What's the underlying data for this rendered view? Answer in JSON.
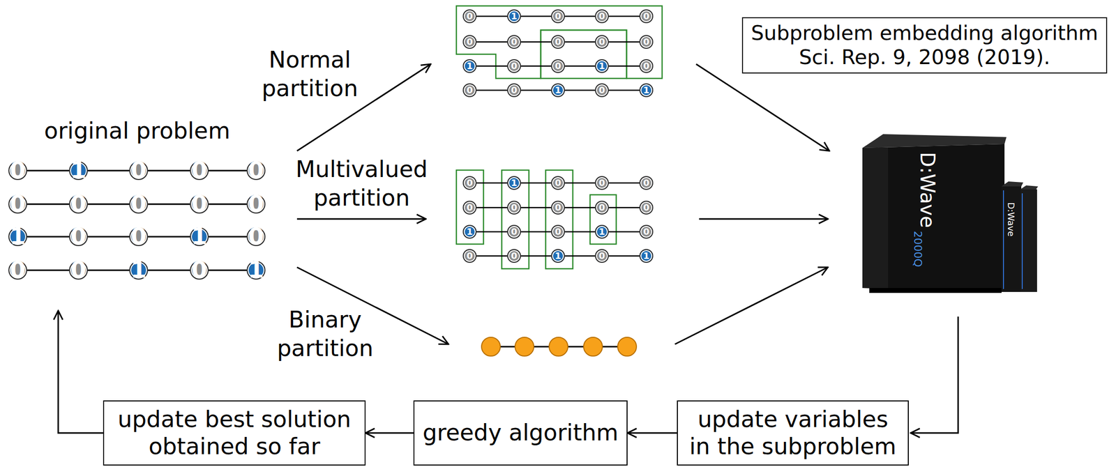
{
  "diagram": {
    "nodes": [
      {
        "text": [
          "original problem"
        ]
      },
      {
        "text": [
          "0"
        ],
        "in": 0
      },
      {
        "text": [
          "1"
        ],
        "in": 0
      },
      {
        "text": [
          "0"
        ],
        "in": 0
      },
      {
        "text": [
          "0"
        ],
        "in": 0
      },
      {
        "text": [
          "0"
        ],
        "in": 0
      },
      {
        "text": [
          "0"
        ],
        "in": 0
      },
      {
        "text": [
          "0"
        ],
        "in": 0
      },
      {
        "text": [
          "0"
        ],
        "in": 0
      },
      {
        "text": [
          "0"
        ],
        "in": 0
      },
      {
        "text": [
          "0"
        ],
        "in": 0
      },
      {
        "text": [
          "1"
        ],
        "in": 0
      },
      {
        "text": [
          "0"
        ],
        "in": 0
      },
      {
        "text": [
          "0"
        ],
        "in": 0
      },
      {
        "text": [
          "1"
        ],
        "in": 0
      },
      {
        "text": [
          "0"
        ],
        "in": 0
      },
      {
        "text": [
          "0"
        ],
        "in": 0
      },
      {
        "text": [
          "0"
        ],
        "in": 0
      },
      {
        "text": [
          "1"
        ],
        "in": 0
      },
      {
        "text": [
          "0"
        ],
        "in": 0
      },
      {
        "text": [
          "1"
        ],
        "in": 0
      },
      {
        "text": [
          "0"
        ]
      },
      {
        "text": [
          "1"
        ]
      },
      {
        "text": [
          "0"
        ]
      },
      {
        "text": [
          "0"
        ]
      },
      {
        "text": [
          "0"
        ]
      },
      {
        "text": [
          "0"
        ]
      },
      {
        "text": [
          "0"
        ]
      },
      {
        "text": [
          "0"
        ]
      },
      {
        "text": [
          "0"
        ]
      },
      {
        "text": [
          "0"
        ]
      },
      {
        "text": [
          "1"
        ]
      },
      {
        "text": [
          "0"
        ]
      },
      {
        "text": [
          "0"
        ]
      },
      {
        "text": [
          "1"
        ]
      },
      {
        "text": [
          "0"
        ]
      },
      {
        "text": [
          "0"
        ]
      },
      {
        "text": [
          "0"
        ]
      },
      {
        "text": [
          "1"
        ]
      },
      {
        "text": [
          "0"
        ]
      },
      {
        "text": [
          "1"
        ]
      },
      {
        "text": [
          "0"
        ]
      },
      {
        "text": [
          "1"
        ]
      },
      {
        "text": [
          "0"
        ]
      },
      {
        "text": [
          "0"
        ]
      },
      {
        "text": [
          "0"
        ]
      },
      {
        "text": [
          "0"
        ]
      },
      {
        "text": [
          "0"
        ]
      },
      {
        "text": [
          "0"
        ]
      },
      {
        "text": [
          "0"
        ]
      },
      {
        "text": [
          "0"
        ]
      },
      {
        "text": [
          "1"
        ]
      },
      {
        "text": [
          "0"
        ]
      },
      {
        "text": [
          "0"
        ]
      },
      {
        "text": [
          "1"
        ]
      },
      {
        "text": [
          "0"
        ]
      },
      {
        "text": [
          "0"
        ]
      },
      {
        "text": [
          "0"
        ]
      },
      {
        "text": [
          "1"
        ]
      },
      {
        "text": [
          "0"
        ]
      },
      {
        "text": [
          "1"
        ]
      },
      {
        "text": [
          "Subproblem embedding algorithm",
          "Sci. Rep. 9, 2098 (2019)."
        ]
      },
      {
        "text": [
          "update best solution obtained so far"
        ]
      },
      {
        "text": [
          "greedy algorithm"
        ]
      },
      {
        "text": [
          "update variables in the subproblem"
        ]
      }
    ],
    "edges": [
      {
        "from": 1,
        "to": 2,
        "arrow": "none"
      },
      {
        "from": 2,
        "to": 3,
        "arrow": "none"
      },
      {
        "from": 3,
        "to": 4,
        "arrow": "none"
      },
      {
        "from": 4,
        "to": 5,
        "arrow": "none"
      },
      {
        "from": 6,
        "to": 7,
        "arrow": "none"
      },
      {
        "from": 7,
        "to": 8,
        "arrow": "none"
      },
      {
        "from": 8,
        "to": 9,
        "arrow": "none"
      },
      {
        "from": 9,
        "to": 10,
        "arrow": "none"
      },
      {
        "from": 11,
        "to": 12,
        "arrow": "none"
      },
      {
        "from": 12,
        "to": 13,
        "arrow": "none"
      },
      {
        "from": 13,
        "to": 14,
        "arrow": "none"
      },
      {
        "from": 14,
        "to": 15,
        "arrow": "none"
      },
      {
        "from": 16,
        "to": 17,
        "arrow": "none"
      },
      {
        "from": 17,
        "to": 18,
        "arrow": "none"
      },
      {
        "from": 18,
        "to": 19,
        "arrow": "none"
      },
      {
        "from": 19,
        "to": 20,
        "arrow": "none"
      },
      {
        "from": 21,
        "to": 22,
        "arrow": "none"
      },
      {
        "from": 22,
        "to": 23,
        "arrow": "none"
      },
      {
        "from": 23,
        "to": 24,
        "arrow": "none"
      },
      {
        "from": 24,
        "to": 25,
        "arrow": "none"
      },
      {
        "from": 26,
        "to": 27,
        "arrow": "none"
      },
      {
        "from": 27,
        "to": 28,
        "arrow": "none"
      },
      {
        "from": 28,
        "to": 29,
        "arrow": "none"
      },
      {
        "from": 29,
        "to": 30,
        "arrow": "none"
      },
      {
        "from": 31,
        "to": 32,
        "arrow": "none"
      },
      {
        "from": 32,
        "to": 33,
        "arrow": "none"
      },
      {
        "from": 33,
        "to": 34,
        "arrow": "none"
      },
      {
        "from": 34,
        "to": 35,
        "arrow": "none"
      },
      {
        "from": 36,
        "to": 37,
        "arrow": "none"
      },
      {
        "from": 37,
        "to": 38,
        "arrow": "none"
      },
      {
        "from": 38,
        "to": 39,
        "arrow": "none"
      },
      {
        "from": 39,
        "to": 40,
        "arrow": "none"
      },
      {
        "from": 41,
        "to": 42,
        "arrow": "none"
      },
      {
        "from": 42,
        "to": 43,
        "arrow": "none"
      },
      {
        "from": 43,
        "to": 44,
        "arrow": "none"
      },
      {
        "from": 44,
        "to": 45,
        "arrow": "none"
      },
      {
        "from": 46,
        "to": 47,
        "arrow": "none"
      },
      {
        "from": 47,
        "to": 48,
        "arrow": "none"
      },
      {
        "from": 48,
        "to": 49,
        "arrow": "none"
      },
      {
        "from": 49,
        "to": 50,
        "arrow": "none"
      },
      {
        "from": 51,
        "to": 52,
        "arrow": "none"
      },
      {
        "from": 52,
        "to": 53,
        "arrow": "none"
      },
      {
        "from": 53,
        "to": 54,
        "arrow": "none"
      },
      {
        "from": 54,
        "to": 55,
        "arrow": "none"
      },
      {
        "from": 56,
        "to": 57,
        "arrow": "none"
      },
      {
        "from": 57,
        "to": 58,
        "arrow": "none"
      },
      {
        "from": 58,
        "to": 59,
        "arrow": "none"
      },
      {
        "from": 59,
        "to": 60,
        "arrow": "none"
      },
      {
        "from": 64,
        "to": 63,
        "arrow": "to"
      },
      {
        "from": 63,
        "to": 62,
        "arrow": "to"
      },
      {
        "from": 62,
        "to": 0,
        "arrow": "to"
      }
    ],
    "labels": [
      "Normal partition",
      "Multivalued partition",
      "Binary partition",
      "D:Wave",
      "2000Q",
      "D:Wave"
    ]
  }
}
